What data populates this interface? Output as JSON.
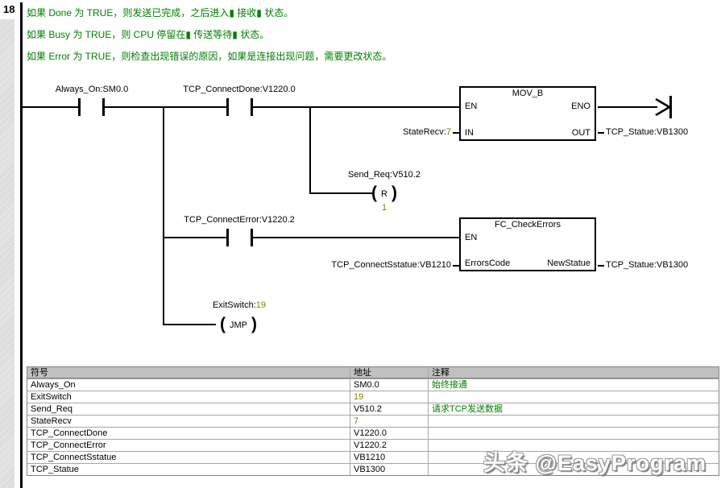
{
  "network": {
    "number": "18",
    "comments": [
      "如果 Done 为 TRUE，则发送已完成，之后进入▮ 接收▮ 状态。",
      "如果 Busy 为 TRUE，则 CPU 停留在▮ 传送等待▮ 状态。",
      "如果 Error 为 TRUE，则检查出现错误的原因，如果是连接出现问题，需要更改状态。"
    ]
  },
  "ladder": {
    "contact_always_on": "Always_On:SM0.0",
    "contact_connect_done": "TCP_ConnectDone:V1220.0",
    "contact_connect_error": "TCP_ConnectError:V1220.2",
    "coil_reset": {
      "label": "Send_Req:V510.2",
      "symbol": "R",
      "param": "1",
      "paren_open": "(",
      "paren_close": ")"
    },
    "coil_jump": {
      "label_name": "ExitSwitch:",
      "label_value": "19",
      "symbol": "JMP",
      "paren_open": "(",
      "paren_close": ")"
    },
    "mov_block": {
      "title": "MOV_B",
      "en": "EN",
      "eno": "ENO",
      "in": "IN",
      "out": "OUT",
      "in_operand_name": "StateRecv:",
      "in_operand_value": "7",
      "out_operand": "TCP_Statue:VB1300"
    },
    "fc_block": {
      "title": "FC_CheckErrors",
      "en": "EN",
      "in": "ErrorsCode",
      "out": "NewStatue",
      "in_operand": "TCP_ConnectSstatue:VB1210",
      "out_operand": "TCP_Statue:VB1300"
    }
  },
  "symbol_table": {
    "headers": [
      "符号",
      "地址",
      "注释"
    ],
    "rows": [
      {
        "symbol": "Always_On",
        "address": "SM0.0",
        "comment": "始终接通"
      },
      {
        "symbol": "ExitSwitch",
        "address": "19",
        "comment": ""
      },
      {
        "symbol": "Send_Req",
        "address": "V510.2",
        "comment": "请求TCP发送数据"
      },
      {
        "symbol": "StateRecv",
        "address": "7",
        "comment": ""
      },
      {
        "symbol": "TCP_ConnectDone",
        "address": "V1220.0",
        "comment": ""
      },
      {
        "symbol": "TCP_ConnectError",
        "address": "V1220.2",
        "comment": ""
      },
      {
        "symbol": "TCP_ConnectSstatue",
        "address": "VB1210",
        "comment": ""
      },
      {
        "symbol": "TCP_Statue",
        "address": "VB1300",
        "comment": ""
      }
    ]
  },
  "watermark": "头条 @EasyProgram",
  "colors": {
    "comment_green": "#008000",
    "operand_olive": "#808000"
  }
}
